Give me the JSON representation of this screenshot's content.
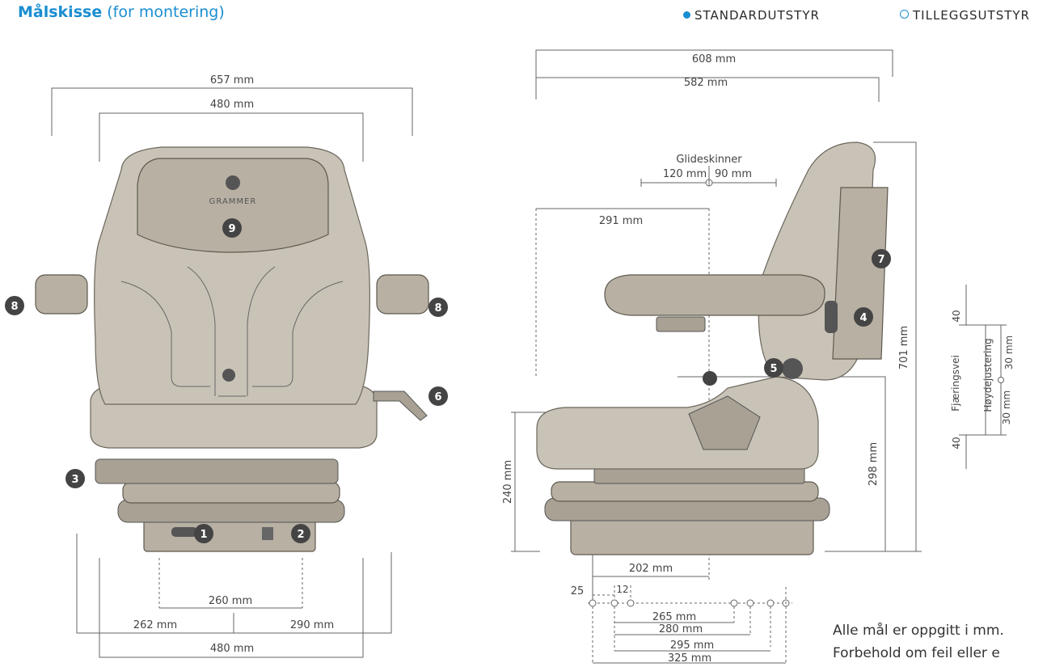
{
  "header": {
    "title_bold": "Målskisse",
    "title_rest": "(for montering)",
    "legend_standard": "STANDARDUTSTYR",
    "legend_extra": "TILLEGGSUTSTYR"
  },
  "front_view": {
    "dim_657": "657 mm",
    "dim_480_top": "480 mm",
    "dim_260": "260 mm",
    "dim_262": "262 mm",
    "dim_290": "290 mm",
    "dim_480_bottom": "480 mm",
    "brand": "GRAMMER"
  },
  "side_view": {
    "dim_608": "608 mm",
    "dim_582": "582 mm",
    "slide_label": "Glideskinner",
    "slide_left": "120 mm",
    "slide_right": "90 mm",
    "dim_291": "291 mm",
    "dim_240": "240 mm",
    "dim_298": "298 mm",
    "dim_701": "701 mm",
    "dim_202": "202 mm",
    "dim_25": "25",
    "dim_12": "12",
    "dim_265": "265 mm",
    "dim_280": "280 mm",
    "dim_295": "295 mm",
    "dim_325": "325 mm"
  },
  "suspension": {
    "label_travel": "Fjæringsvei",
    "label_height": "Høydejustering",
    "top_40": "40",
    "bottom_40": "40",
    "up_30": "30 mm",
    "down_30": "30 mm"
  },
  "badges": [
    "1",
    "2",
    "3",
    "4",
    "5",
    "6",
    "7",
    "8",
    "8",
    "9"
  ],
  "notes": {
    "line1": "Alle mål er oppgitt i mm.",
    "line2": "Forbehold om feil eller e"
  },
  "colors": {
    "accent": "#1a8ed1",
    "seat": "#c9c3b7"
  }
}
